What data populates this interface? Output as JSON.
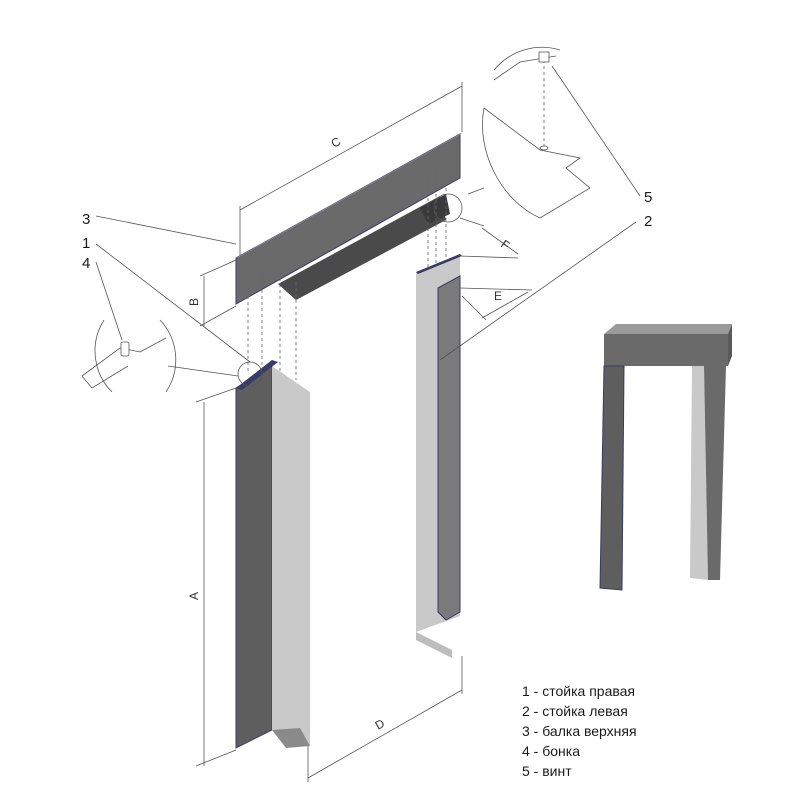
{
  "callouts": {
    "n1": "1",
    "n2": "2",
    "n3": "3",
    "n4": "4",
    "n5": "5"
  },
  "dimensions": {
    "a": "A",
    "b": "B",
    "c": "C",
    "d": "D",
    "e": "E",
    "f": "F"
  },
  "legend": [
    "1 - стойка  правая",
    "2 - стойка  левая",
    "3 - балка  верхняя",
    "4 - бонка",
    "5 - винт"
  ],
  "colors": {
    "dark_face": "#5e5e5e",
    "mid_face": "#8a8a8a",
    "light_face": "#c9c9c9",
    "edge": "#3a3a66"
  }
}
